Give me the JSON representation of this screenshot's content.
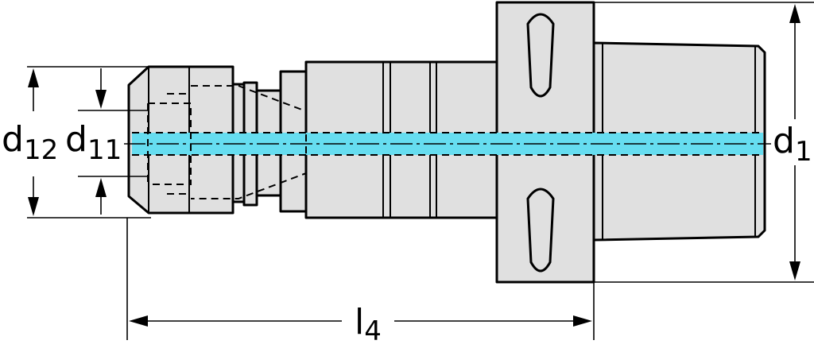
{
  "labels": {
    "d12": {
      "main": "d",
      "sub": "12"
    },
    "d11": {
      "main": "d",
      "sub": "11"
    },
    "d1": {
      "main": "d",
      "sub": "1"
    },
    "l4": {
      "main": "l",
      "sub": "4"
    }
  },
  "colors": {
    "body_fill": "#e0e0e0",
    "outline": "#000000",
    "coolant_channel": "#66ddf0",
    "background": "#ffffff"
  }
}
